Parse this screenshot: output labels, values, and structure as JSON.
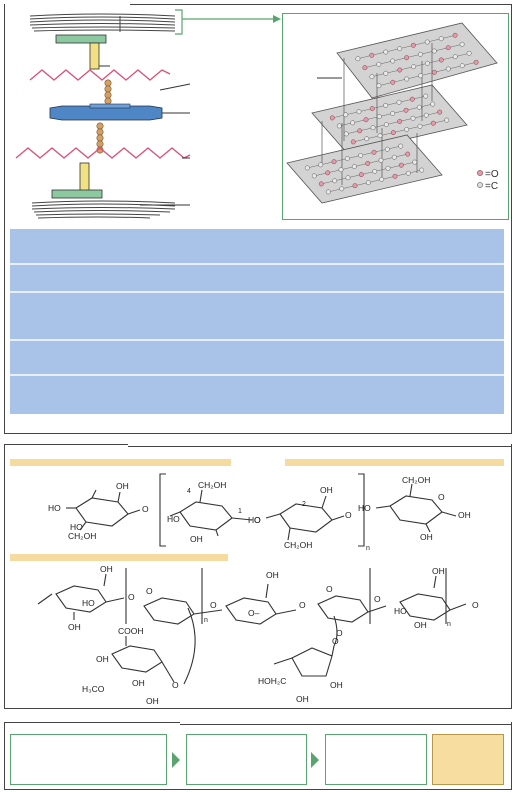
{
  "figure_a": {
    "legend": [
      {
        "symbol": "O",
        "label": "=O"
      },
      {
        "symbol": "C",
        "label": "=C"
      }
    ]
  },
  "figure_b": {
    "unit_labels": [
      "4",
      "1",
      "2",
      "n",
      "n",
      "n"
    ],
    "group_labels": [
      "OH",
      "HO",
      "CH₂OH",
      "COOH",
      "H₃CO",
      "HOH₂C",
      "O"
    ]
  },
  "colors": {
    "green": "#5aa56f",
    "blue_panel": "#a9c3e8",
    "yellow_bar": "#f6dba0",
    "beige_box": "#f7dea0",
    "membrane_pink": "#d9507a",
    "bead": "#d4a066",
    "protein_blue": "#4f86c6",
    "anchor_green": "#8cc9a0",
    "anchor_yellow": "#f2e084"
  }
}
